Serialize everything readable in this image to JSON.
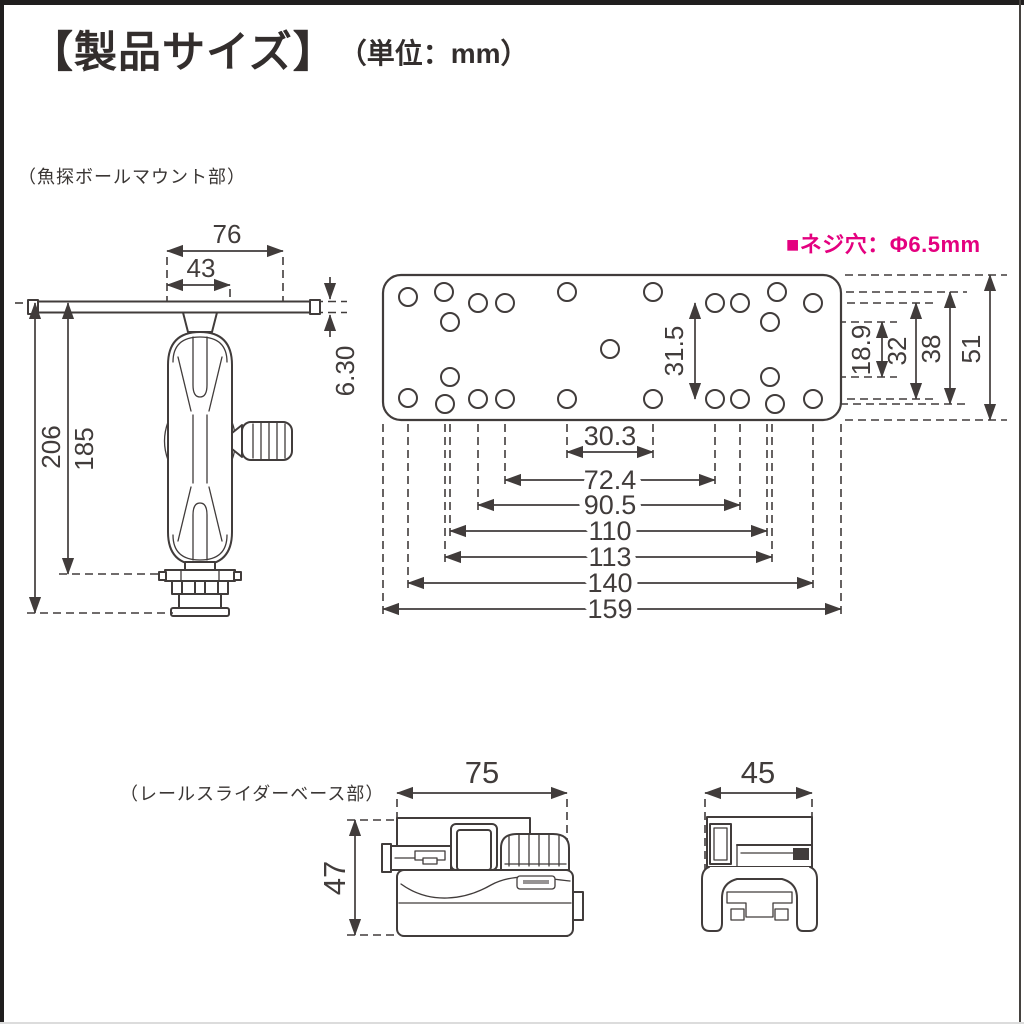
{
  "header": {
    "title": "【製品サイズ】",
    "unit": "（単位：mm）"
  },
  "ball_mount": {
    "label": "（魚探ボールマウント部）",
    "note": {
      "bullet": "■",
      "text": "ネジ穴：Φ6.5mm"
    },
    "side_view": {
      "width_outer": "76",
      "width_inner": "43",
      "plate_thickness": "6.30",
      "height_total": "206",
      "height_to_flange": "185"
    },
    "plate": {
      "v_dims": [
        "31.5",
        "18.9",
        "32",
        "38",
        "51"
      ],
      "h_dims": [
        "30.3",
        "72.4",
        "90.5",
        "110",
        "113",
        "140",
        "159"
      ]
    }
  },
  "rail_slider": {
    "label": "（レールスライダーベース部）",
    "side_view": {
      "width": "75",
      "height": "47"
    },
    "end_view": {
      "width": "45"
    }
  },
  "colors": {
    "accent_pink": "#e4007f",
    "line": "#413c3b"
  }
}
